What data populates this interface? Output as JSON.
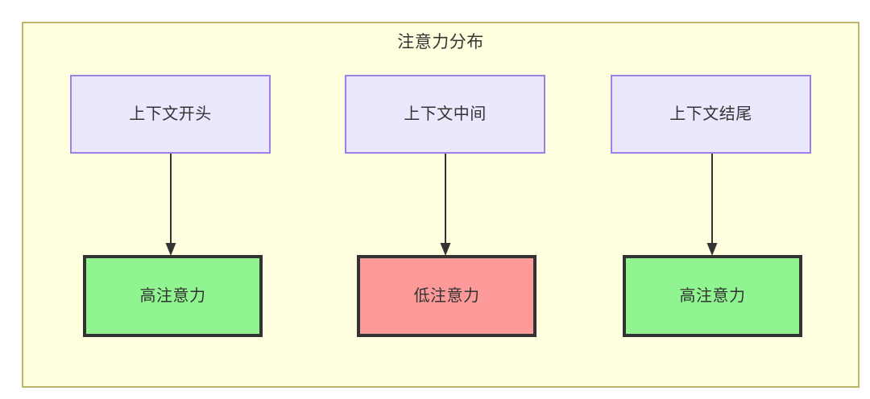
{
  "diagram": {
    "title": "注意力分布",
    "type": "flowchart",
    "container": {
      "fill": "#ffffe0",
      "border": "#bdb76b"
    },
    "context_nodes": [
      {
        "id": "ctx-start",
        "label": "上下文开头",
        "fill": "#eae8fd",
        "border": "#9d7fe8"
      },
      {
        "id": "ctx-middle",
        "label": "上下文中间",
        "fill": "#eae8fd",
        "border": "#9d7fe8"
      },
      {
        "id": "ctx-end",
        "label": "上下文结尾",
        "fill": "#eae8fd",
        "border": "#9d7fe8"
      }
    ],
    "attention_nodes": [
      {
        "id": "attn-high-start",
        "label": "高注意力",
        "fill": "#90f590",
        "border": "#333333",
        "level": "high"
      },
      {
        "id": "attn-low-middle",
        "label": "低注意力",
        "fill": "#fc9a9a",
        "border": "#333333",
        "level": "low"
      },
      {
        "id": "attn-high-end",
        "label": "高注意力",
        "fill": "#90f590",
        "border": "#333333",
        "level": "high"
      }
    ],
    "edges": [
      {
        "from": "ctx-start",
        "to": "attn-high-start",
        "label": ""
      },
      {
        "from": "ctx-middle",
        "to": "attn-low-middle",
        "label": ""
      },
      {
        "from": "ctx-end",
        "to": "attn-high-end",
        "label": ""
      }
    ]
  }
}
